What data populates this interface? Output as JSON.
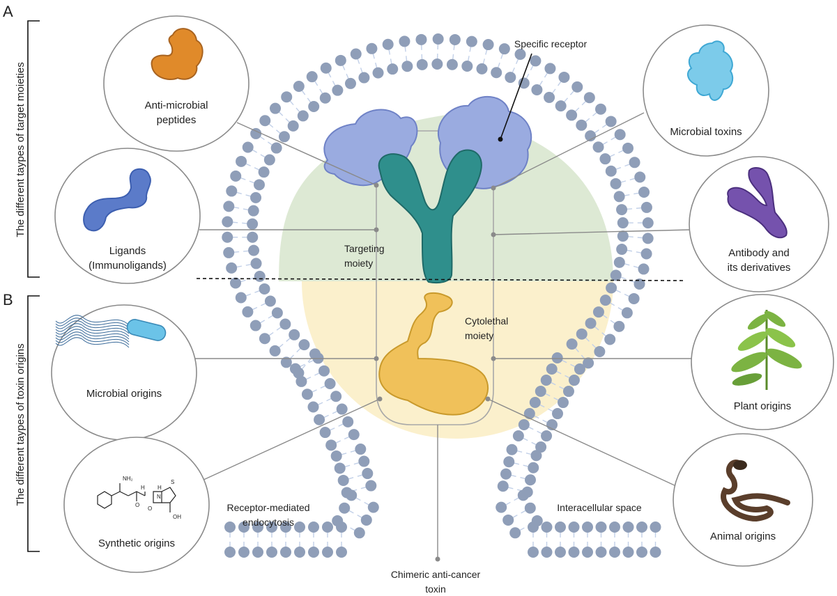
{
  "sections": [
    {
      "letter": "A",
      "title": "The different taypes of target moieties"
    },
    {
      "letter": "B",
      "title": "The different taypes of toxin origins"
    }
  ],
  "circles": {
    "antimicrobial": {
      "line1": "Anti-microbial",
      "line2": "peptides"
    },
    "ligands": {
      "line1": "Ligands",
      "line2": "(Immunoligands)"
    },
    "microbial_origins": {
      "line1": "Microbial origins"
    },
    "synthetic": {
      "line1": "Synthetic origins"
    },
    "microbial_toxins": {
      "line1": "Microbial toxins"
    },
    "antibody": {
      "line1": "Antibody and",
      "line2": "its derivatives"
    },
    "plant": {
      "line1": "Plant origins"
    },
    "animal": {
      "line1": "Animal origins"
    }
  },
  "center_labels": {
    "specific_receptor": "Specific receptor",
    "targeting": {
      "line1": "Targeting",
      "line2": "moiety"
    },
    "cytolethal": {
      "line1": "Cytolethal",
      "line2": "moiety"
    },
    "endocytosis": {
      "line1": "Receptor-mediated",
      "line2": "endocytosis"
    },
    "interacellular": "Interacellular space",
    "toxin": {
      "line1": "Chimeric anti-cancer",
      "line2": "toxin"
    }
  },
  "molecule": {
    "nh2": "NH₂",
    "nh": "H",
    "n": "N",
    "s": "S",
    "o1": "O",
    "oh": "OH",
    "o2": "O",
    "h": "H"
  },
  "colors": {
    "head": "#8f9eb8",
    "tail": "#c2d0e8",
    "targeting_zone": "#dde9d4",
    "cytolethal_zone": "#fbf0cc",
    "receptor": "#9aabe0",
    "antibody": "#2f8f8c",
    "toxin": "#f0c15a",
    "peptide": "#e08a2a",
    "ligand": "#5b7bc9",
    "microbial_toxin": "#7ccbea",
    "antibody_small": "#7552ad",
    "bacterium": "#6bc3e8",
    "leaf": "#7cb342",
    "snake": "#6b4a33"
  }
}
